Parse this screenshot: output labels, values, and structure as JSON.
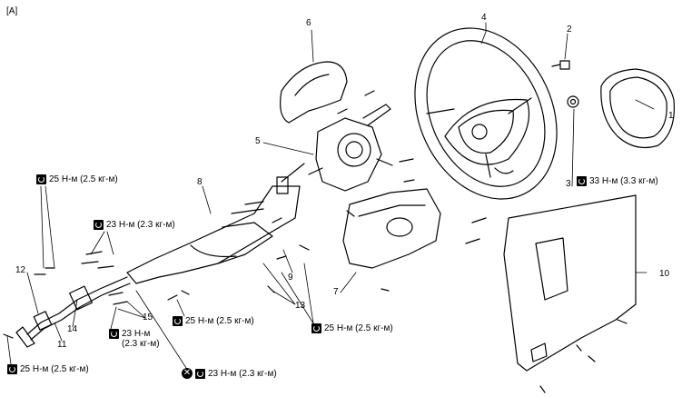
{
  "section": "[A]",
  "parts": {
    "p1": "1",
    "p2": "2",
    "p3": "3",
    "p4": "4",
    "p5": "5",
    "p6": "6",
    "p7": "7",
    "p8": "8",
    "p9": "9",
    "p10": "10",
    "p11": "11",
    "p12": "12",
    "p13": "13",
    "p14": "14",
    "p15": "15"
  },
  "torques": {
    "t_top_left": "25 Н-м (2.5 кг-м)",
    "t_mid_left": "23 Н-м (2.3 кг-м)",
    "t_right": "33 Н-м (3.3 кг-м)",
    "t_center": "25 Н-м (2.5 кг-м)",
    "t_lower_line1": "23 Н-м",
    "t_lower_line2": "(2.3 кг-м)",
    "t_right_bottom": "25 Н-м (2.5 кг-м)",
    "t_bottom_left": "25 Н-м (2.5 кг-м)",
    "t_bottom_center": "23 Н-м (2.3 кг-м)"
  },
  "icons": {
    "torque": "torque-wrench-icon",
    "replace": "do-not-reuse-icon"
  }
}
